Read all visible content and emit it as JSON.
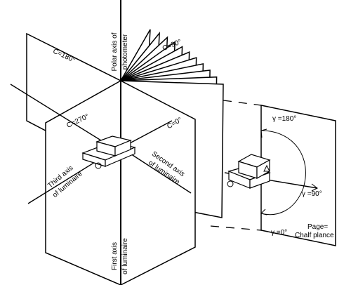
{
  "labels": {
    "polar_axis_line1": "Polar axis of",
    "polar_axis_line2": "photometer",
    "c180": "C=180°",
    "c90": "C=90°",
    "c270": "C=270°",
    "c0": "C=0°",
    "third_axis_line1": "Third axis",
    "third_axis_line2": "of luminaire",
    "second_axis_line1": "Second axis",
    "second_axis_line2": "of luminaire",
    "first_axis_line1": "First axis",
    "first_axis_line2": "of luminaire",
    "gamma180": "γ =180°",
    "gamma90": "γ =90°",
    "gamma0": "γ =0°",
    "page_line1": "Page=",
    "page_line2": "Chalf plance"
  }
}
